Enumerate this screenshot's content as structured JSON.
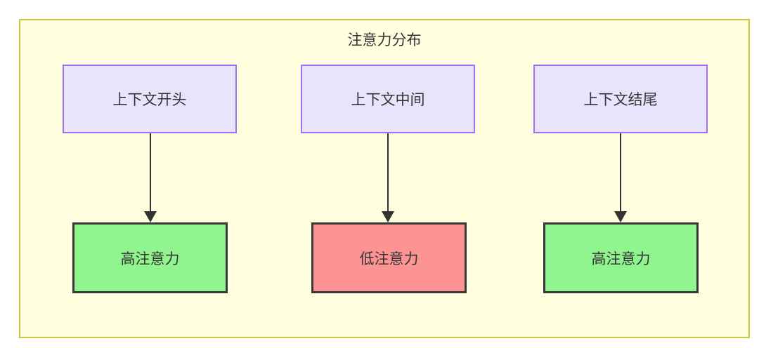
{
  "diagram": {
    "title": "注意力分布",
    "colors": {
      "container_fill": "#ffffe0",
      "container_border": "#c8c83c",
      "context_fill": "#e8e4fb",
      "context_border": "#a371ef",
      "high_attention_fill": "#90f58e",
      "low_attention_fill": "#fd9494",
      "node_border": "#383838",
      "text": "#333333",
      "edge": "#333333"
    },
    "context_nodes": [
      {
        "id": "ctx-start",
        "label": "上下文开头"
      },
      {
        "id": "ctx-middle",
        "label": "上下文中间"
      },
      {
        "id": "ctx-end",
        "label": "上下文结尾"
      }
    ],
    "attention_nodes": [
      {
        "id": "att-1",
        "label": "高注意力",
        "level": "high"
      },
      {
        "id": "att-2",
        "label": "低注意力",
        "level": "low"
      },
      {
        "id": "att-3",
        "label": "高注意力",
        "level": "high"
      }
    ],
    "edges": [
      {
        "from": "ctx-start",
        "to": "att-1",
        "label": ""
      },
      {
        "from": "ctx-middle",
        "to": "att-2",
        "label": ""
      },
      {
        "from": "ctx-end",
        "to": "att-3",
        "label": ""
      }
    ]
  }
}
